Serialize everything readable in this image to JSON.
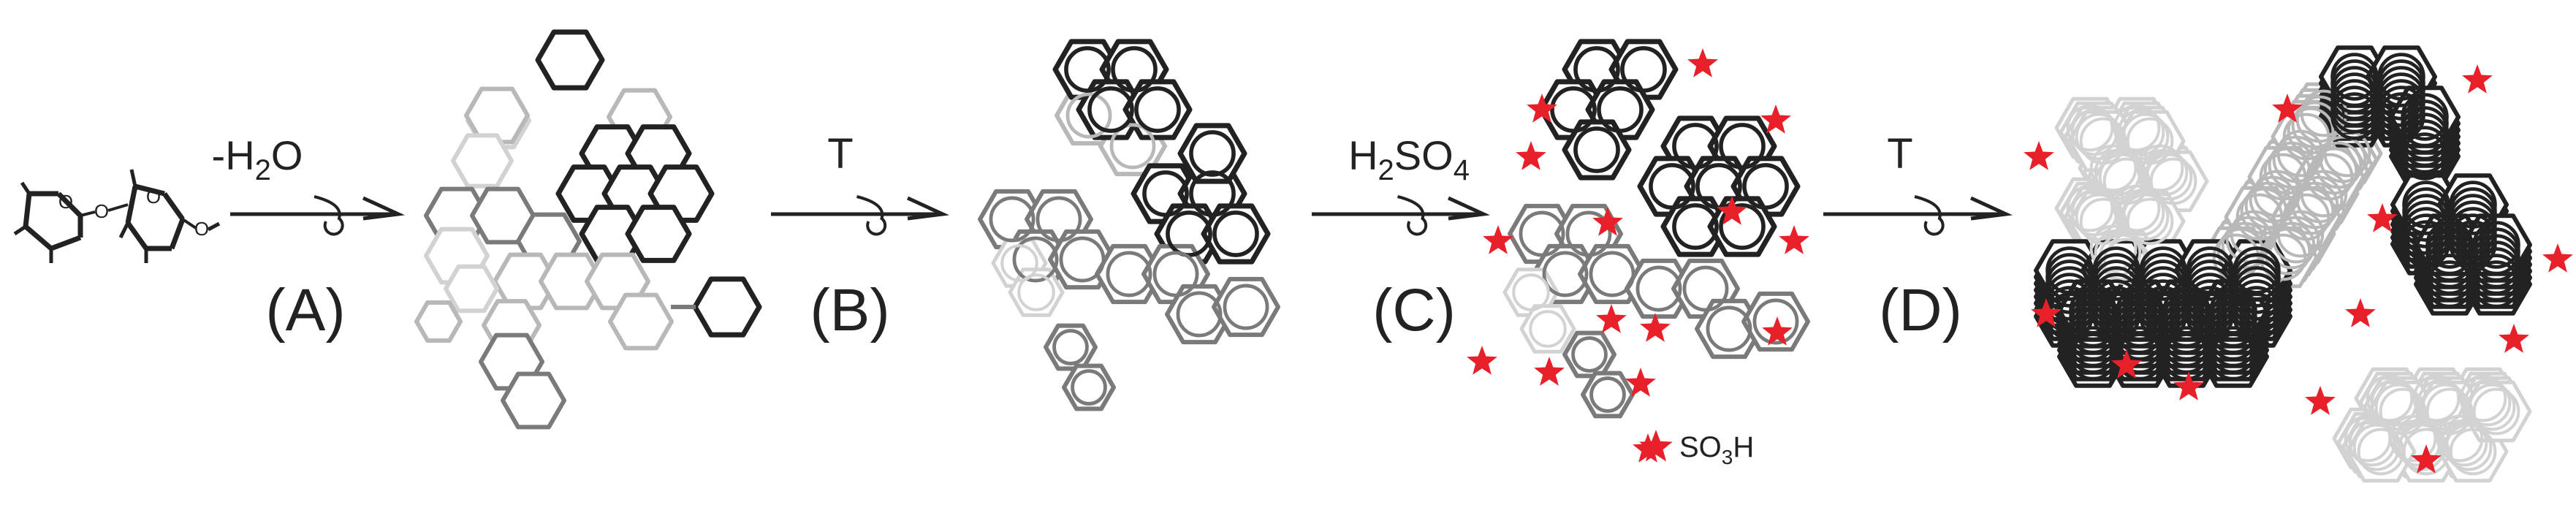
{
  "steps": [
    {
      "over_main": "-H",
      "over_sub": "2",
      "over_tail": "O",
      "under": "(A)"
    },
    {
      "over_main": "T",
      "over_sub": "",
      "over_tail": "",
      "under": "(B)"
    },
    {
      "over_main": "H",
      "over_sub": "2",
      "over_tail": "SO",
      "over_sub2": "4",
      "under": "(C)"
    },
    {
      "over_main": "T",
      "over_sub": "",
      "over_tail": "",
      "under": "(D)"
    }
  ],
  "legend": {
    "main": "SO",
    "sub": "3",
    "tail": "H"
  },
  "colors": {
    "dark": "#222222",
    "mid": "#7a7a7a",
    "light": "#b8b8b8",
    "pale": "#d2d2d2",
    "star": "#e8202a"
  }
}
